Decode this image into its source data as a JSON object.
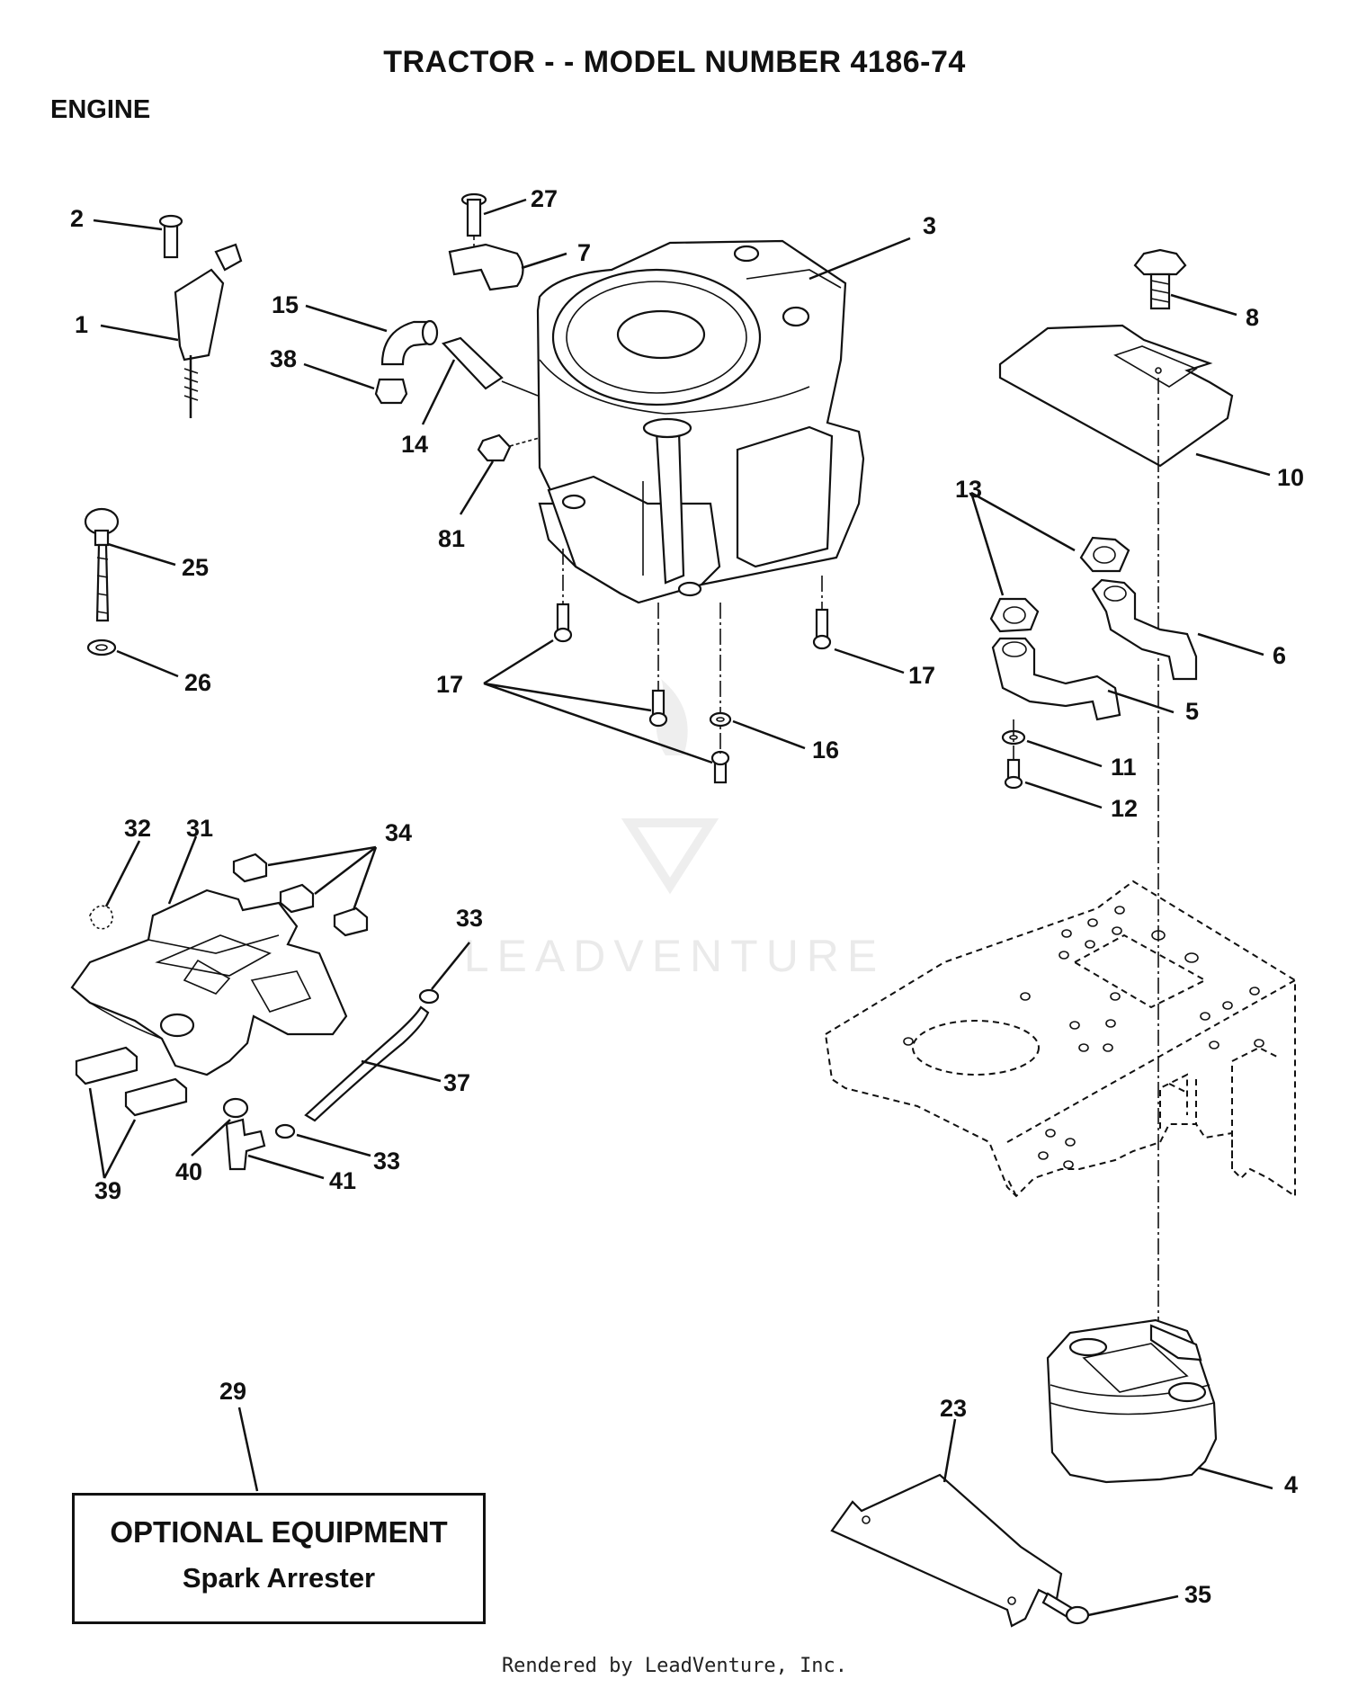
{
  "header": {
    "title": "TRACTOR - - MODEL NUMBER 4186-74",
    "section": "ENGINE"
  },
  "callouts": [
    {
      "id": "1",
      "label": "1"
    },
    {
      "id": "2",
      "label": "2"
    },
    {
      "id": "3",
      "label": "3"
    },
    {
      "id": "4",
      "label": "4"
    },
    {
      "id": "5",
      "label": "5"
    },
    {
      "id": "6",
      "label": "6"
    },
    {
      "id": "7",
      "label": "7"
    },
    {
      "id": "8",
      "label": "8"
    },
    {
      "id": "10",
      "label": "10"
    },
    {
      "id": "11",
      "label": "11"
    },
    {
      "id": "12",
      "label": "12"
    },
    {
      "id": "13",
      "label": "13"
    },
    {
      "id": "14",
      "label": "14"
    },
    {
      "id": "15",
      "label": "15"
    },
    {
      "id": "16",
      "label": "16"
    },
    {
      "id": "17a",
      "label": "17"
    },
    {
      "id": "17b",
      "label": "17"
    },
    {
      "id": "23",
      "label": "23"
    },
    {
      "id": "25",
      "label": "25"
    },
    {
      "id": "26",
      "label": "26"
    },
    {
      "id": "27",
      "label": "27"
    },
    {
      "id": "29",
      "label": "29"
    },
    {
      "id": "31",
      "label": "31"
    },
    {
      "id": "32",
      "label": "32"
    },
    {
      "id": "33a",
      "label": "33"
    },
    {
      "id": "33b",
      "label": "33"
    },
    {
      "id": "34",
      "label": "34"
    },
    {
      "id": "35",
      "label": "35"
    },
    {
      "id": "37",
      "label": "37"
    },
    {
      "id": "38",
      "label": "38"
    },
    {
      "id": "39",
      "label": "39"
    },
    {
      "id": "40",
      "label": "40"
    },
    {
      "id": "41",
      "label": "41"
    },
    {
      "id": "81",
      "label": "81"
    }
  ],
  "optional_equipment": {
    "title": "OPTIONAL EQUIPMENT",
    "subtitle": "Spark Arrester"
  },
  "watermark": "LEADVENTURE",
  "footer": "Rendered by LeadVenture, Inc."
}
